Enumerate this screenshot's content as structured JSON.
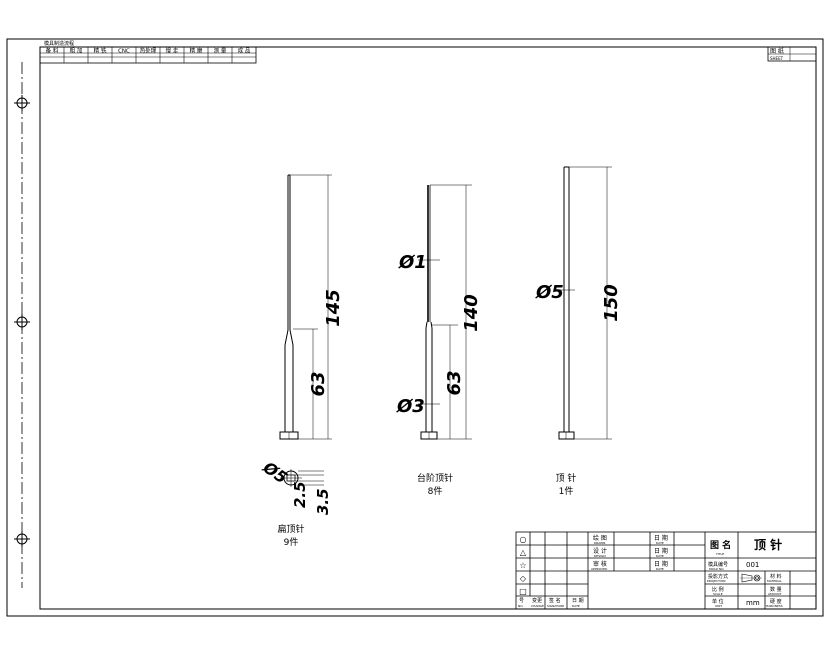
{
  "process_header": {
    "caption": "模具制造流程",
    "steps": [
      "备 料",
      "粗 加",
      "精 铣",
      "CNC",
      "热处理",
      "慢 走",
      "精 磨",
      "测 量",
      "成 品"
    ]
  },
  "sheet_box": {
    "cn": "图 纸",
    "en": "SHEET"
  },
  "parts": {
    "part1": {
      "name": "扁顶针",
      "qty": "9件",
      "dia_shank": "Ø5",
      "dim_a": "2.5",
      "dim_b": "3.5"
    },
    "part2": {
      "name": "台阶顶针",
      "qty": "8件",
      "dia_top": "Ø1",
      "dia_bottom": "Ø3",
      "length_total": "140",
      "length_step": "63"
    },
    "part3": {
      "name": "顶 针",
      "qty": "1件",
      "dia": "Ø5",
      "length_total": "150"
    },
    "part0": {
      "length_total": "145",
      "length_step": "63"
    }
  },
  "revision_symbols": [
    "○",
    "△",
    "☆",
    "◇",
    "□"
  ],
  "rev_footer": {
    "c1": "变更",
    "c1_en": "CHANGE",
    "c2": "签 名",
    "c2_en": "SIGNATURE",
    "c3": "日 期",
    "c3_en": "DATE",
    "c0": "号",
    "c0_en": "NO."
  },
  "title_block": {
    "drawn_label": "绘 图",
    "drawn_en": "DRAWN",
    "design_label": "设 计",
    "design_en": "DESIGN",
    "approved_label": "审 核",
    "approved_en": "APPROVED",
    "date_label": "日 期",
    "date_en": "DATE",
    "title_label": "图 名",
    "title_en": "TITLE",
    "title_value": "顶 针",
    "mold_no_label": "模具编号",
    "mold_no_en": "MOLD NO.",
    "mold_no_value": "001",
    "projection_label": "投影方式",
    "projection_en": "PROJECTION",
    "material_label": "材 料",
    "material_en": "MATERIAL",
    "scale_label": "比 例",
    "scale_en": "SCALE",
    "amount_label": "数 量",
    "amount_en": "AMOUNT",
    "unit_label": "单 位",
    "unit_en": "UNIT",
    "unit_value": "mm",
    "hardness_label": "硬 度",
    "hardness_en": "HARDNESS"
  }
}
